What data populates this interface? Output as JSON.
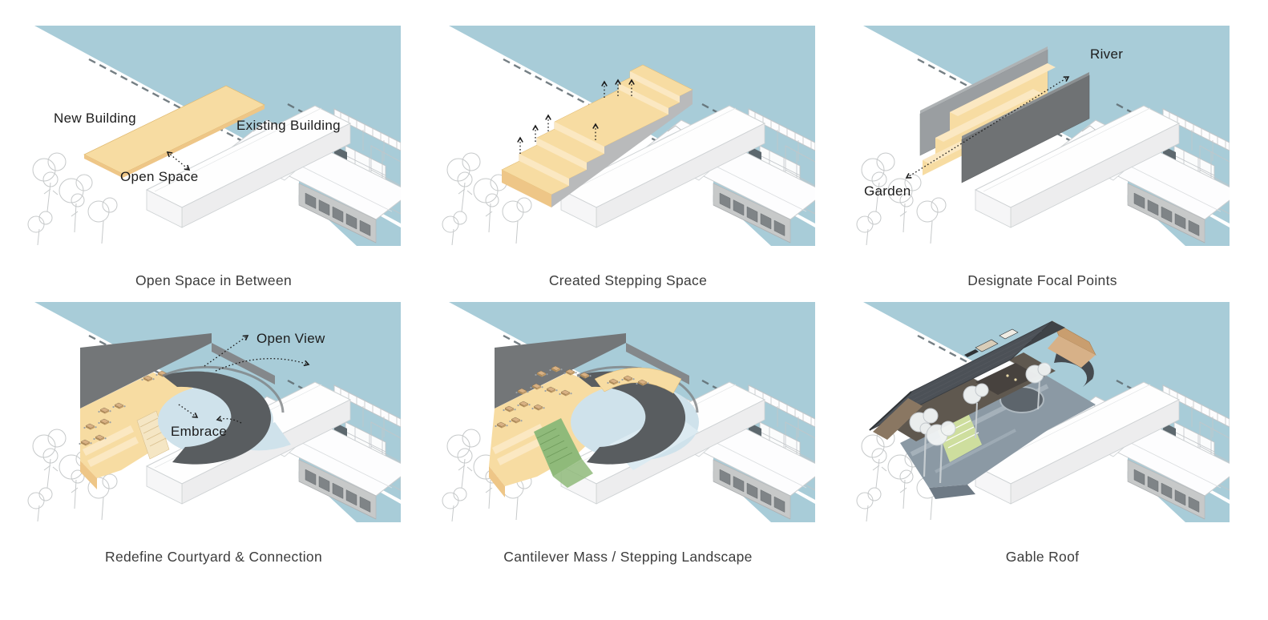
{
  "colors": {
    "water": "#a8ccd8",
    "hl": "#f7dca2",
    "hl-light": "#fbe8c2",
    "hl-side": "#eec687",
    "wall-a": "#9a9ea1",
    "wall-b": "#6f7274",
    "wall-dark": "#595d60",
    "court": "#cfe2eb",
    "green": "#8fba7a",
    "roof": "#4c5157",
    "wood": "#c99e6f",
    "plaza": "#8b99a4",
    "sketch": "#c6c9ca",
    "slab": "#5d686e",
    "bld-gray": "#c7c9c9",
    "win": "#7f8487",
    "label": "#1c1c1c",
    "caption": "#3c3c3c"
  },
  "panels": [
    {
      "caption": "Open Space in Between",
      "labels": {
        "new_building": "New Building",
        "existing_building": "Existing Building",
        "open_space": "Open Space"
      }
    },
    {
      "caption": "Created Stepping Space",
      "labels": {}
    },
    {
      "caption": "Designate Focal Points",
      "labels": {
        "river": "River",
        "garden": "Garden"
      }
    },
    {
      "caption": "Redefine Courtyard & Connection",
      "labels": {
        "open_view": "Open View",
        "embrace": "Embrace"
      }
    },
    {
      "caption": "Cantilever Mass / Stepping Landscape",
      "labels": {}
    },
    {
      "caption": "Gable Roof",
      "labels": {}
    }
  ]
}
